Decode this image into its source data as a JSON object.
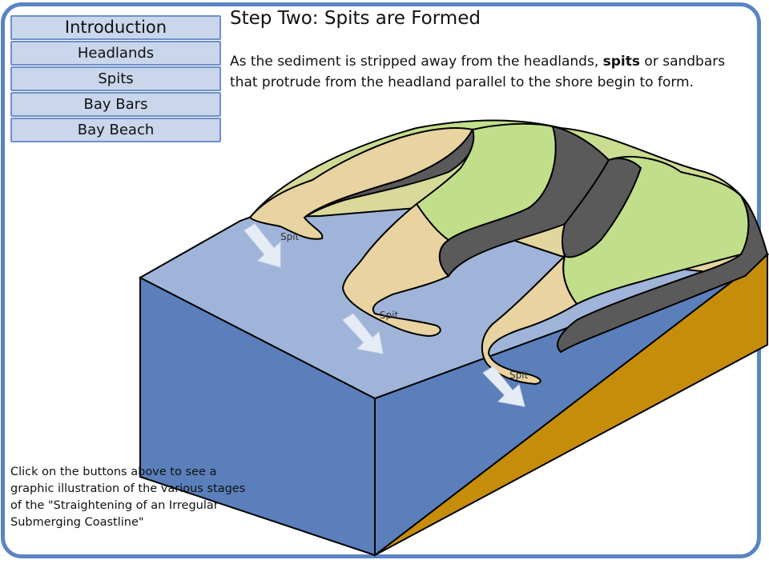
{
  "nav": {
    "items": [
      {
        "label": "Introduction"
      },
      {
        "label": "Headlands"
      },
      {
        "label": "Spits"
      },
      {
        "label": "Bay Bars"
      },
      {
        "label": "Bay Beach"
      }
    ],
    "active_index": 0
  },
  "content": {
    "title": "Step Two: Spits are Formed",
    "intro_before": "As the sediment is stripped away from the headlands,",
    "intro_bold": "spits",
    "intro_after": "or sandbars that protrude from the headland parallel to the shore begin to form."
  },
  "diagram": {
    "spit_labels": [
      "Spit",
      "Spit",
      "Spit"
    ],
    "colors": {
      "water_surface": "#9fb4d8",
      "water_front": "#5a7fbb",
      "seabed_side": "#c68d0a",
      "sand": "#e8d3a1",
      "cliff": "#5a5a5a",
      "vegetation": "#c1df8a",
      "arrow": "#e6ecf6",
      "frame": "#5a84c4"
    }
  },
  "hint": {
    "text": "Click on the buttons above to see a graphic illustration of the various stages of the \"Straightening of an Irregular Submerging Coastline\""
  }
}
